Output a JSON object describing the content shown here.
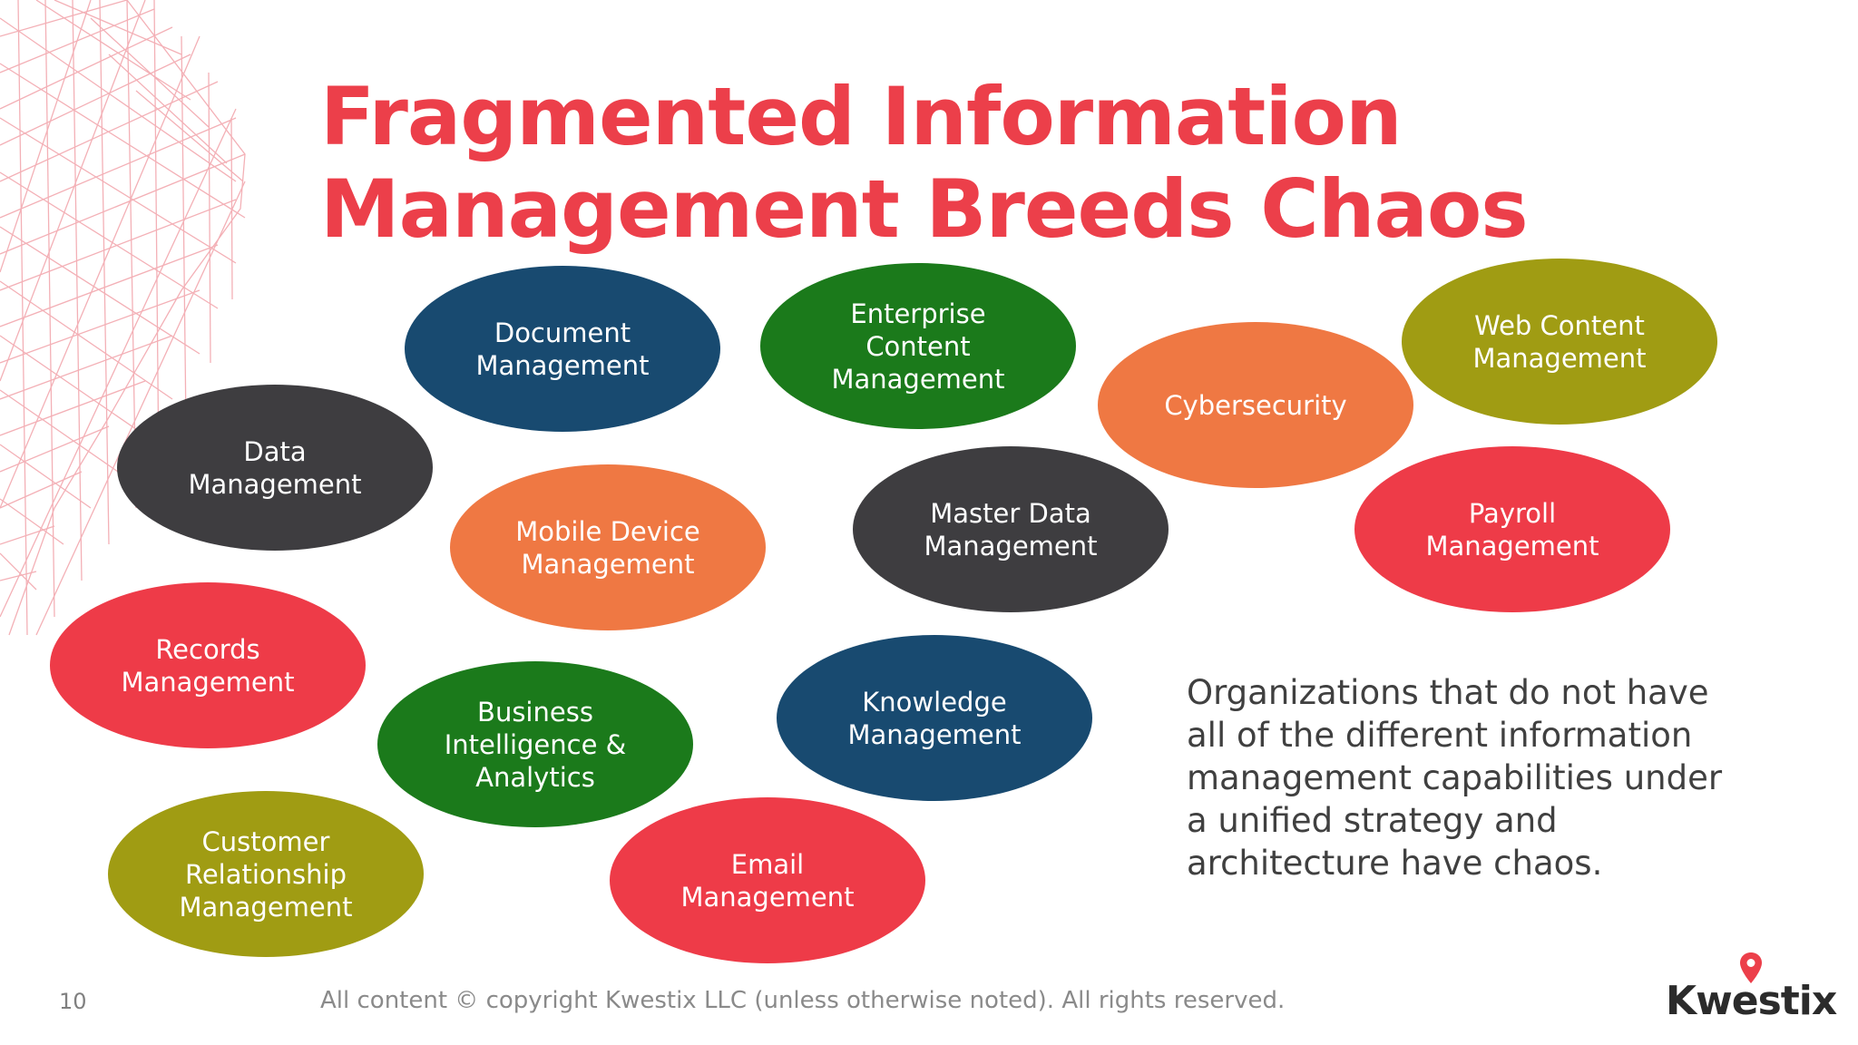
{
  "slide": {
    "title_line1": "Fragmented Information",
    "title_line2": "Management Breeds Chaos",
    "bubbles": [
      {
        "label": "Document\nManagement",
        "color": "#184a70"
      },
      {
        "label": "Enterprise\nContent\nManagement",
        "color": "#1b7a1b"
      },
      {
        "label": "Web Content\nManagement",
        "color": "#a09c13"
      },
      {
        "label": "Cybersecurity",
        "color": "#ef7843"
      },
      {
        "label": "Data\nManagement",
        "color": "#3e3d40"
      },
      {
        "label": "Mobile Device\nManagement",
        "color": "#ef7843"
      },
      {
        "label": "Master Data\nManagement",
        "color": "#3e3d40"
      },
      {
        "label": "Payroll\nManagement",
        "color": "#ee3b48"
      },
      {
        "label": "Records\nManagement",
        "color": "#ee3b48"
      },
      {
        "label": "Business\nIntelligence &\nAnalytics",
        "color": "#1b7a1b"
      },
      {
        "label": "Knowledge\nManagement",
        "color": "#184a70"
      },
      {
        "label": "Customer\nRelationship\nManagement",
        "color": "#a09c13"
      },
      {
        "label": "Email\nManagement",
        "color": "#ee3b48"
      }
    ],
    "callout": "Organizations that do not have\nall of the different information\nmanagement capabilities under\na unified strategy and\narchitecture have chaos."
  },
  "footer": {
    "page_number": "10",
    "copyright": "All content © copyright Kwestix LLC (unless otherwise noted). All rights reserved.",
    "logo_text": "Kwestix",
    "logo_pin_icon": "location-pin-icon"
  },
  "colors": {
    "title": "#ec3f4a",
    "navy": "#184a70",
    "green": "#1b7a1b",
    "orange": "#ef7843",
    "olive": "#a09c13",
    "dark": "#3e3d40",
    "red": "#ee3b48"
  }
}
